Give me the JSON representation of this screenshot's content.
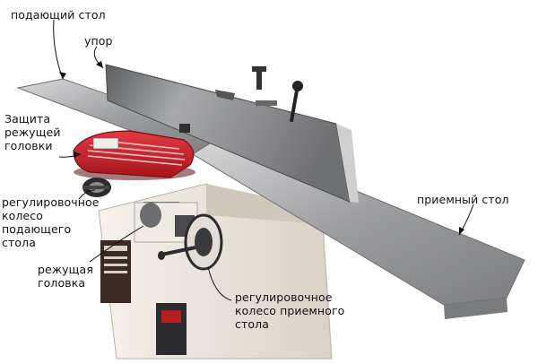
{
  "labels": {
    "infeed_table": "подающий стол",
    "fence": "упор",
    "cutter_guard": "Защита\nрежущей\nголовки",
    "infeed_wheel": "регулировочное\nколесо\nподающего\nстола",
    "cutter_head": "режущая\nголовка",
    "outfeed_table": "приемный стол",
    "outfeed_wheel": "регулировочное\nколесо приемного\nстола"
  },
  "colors": {
    "table_steel": "#9a9a9c",
    "fence_steel": "#8f9092",
    "guard_red": "#c8242c",
    "base_cream": "#ece7dc",
    "leader_line": "#111111"
  }
}
